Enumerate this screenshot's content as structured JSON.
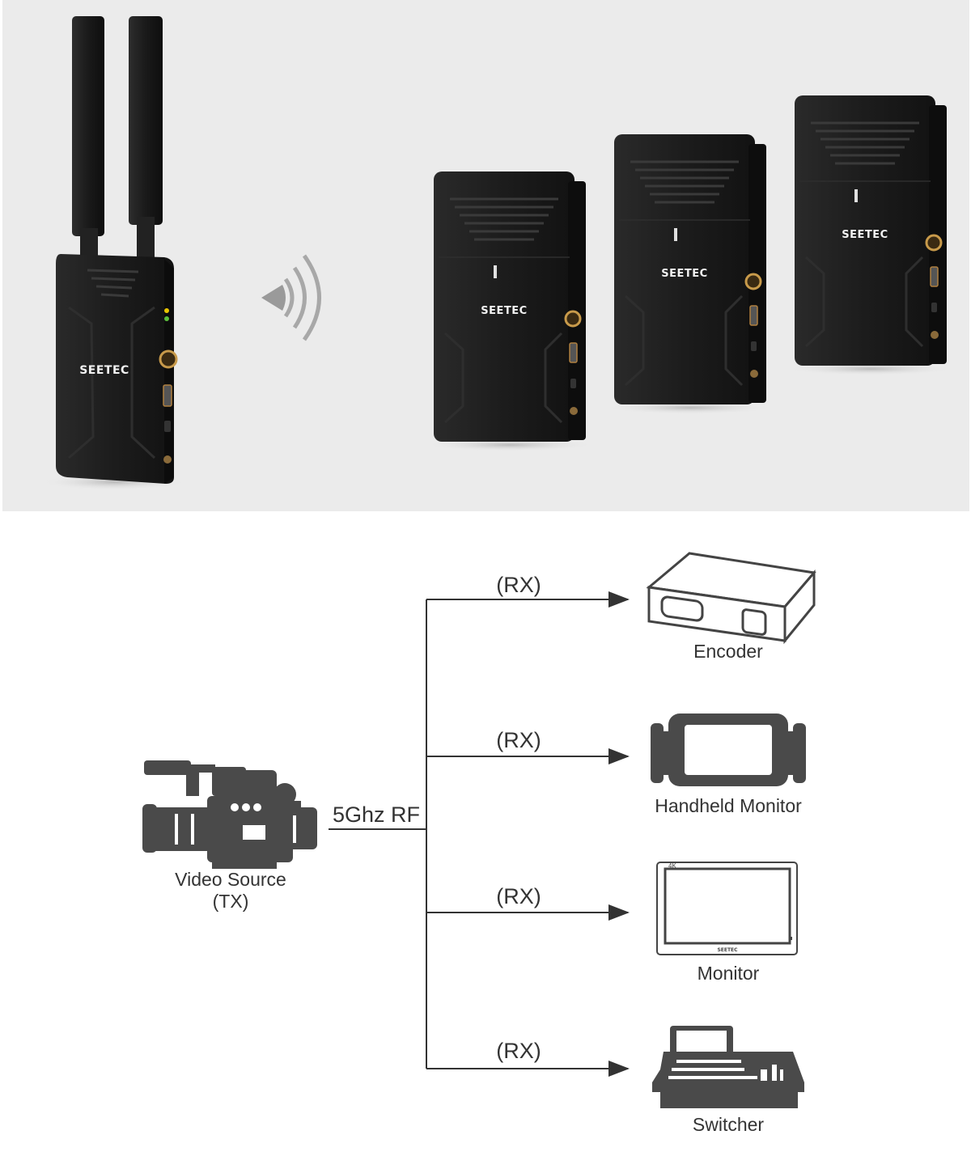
{
  "brand": "SEETEC",
  "source": {
    "label": "Video Source",
    "sublabel": "(TX)"
  },
  "link_label": "5Ghz RF",
  "branches": [
    {
      "rx_label": "(RX)",
      "device": "Encoder",
      "icon": "encoder-icon"
    },
    {
      "rx_label": "(RX)",
      "device": "Handheld Monitor",
      "icon": "handheld-monitor-icon"
    },
    {
      "rx_label": "(RX)",
      "device": "Monitor",
      "icon": "monitor-icon"
    },
    {
      "rx_label": "(RX)",
      "device": "Switcher",
      "icon": "switcher-icon"
    }
  ],
  "monitor_badge": "4K",
  "colors": {
    "hero_background": "#ebebeb",
    "device_body": "#1b1b1b",
    "line": "#333333",
    "icon_fill": "#4a4a4a"
  }
}
